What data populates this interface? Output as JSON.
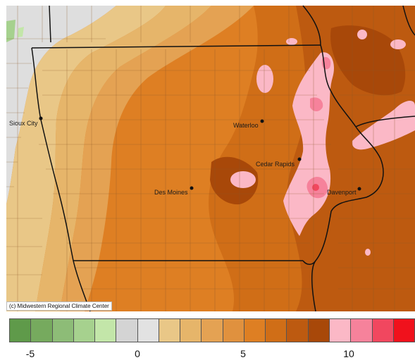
{
  "map": {
    "cities": [
      {
        "name": "Sioux City"
      },
      {
        "name": "Waterloo"
      },
      {
        "name": "Cedar Rapids"
      },
      {
        "name": "Des Moines"
      },
      {
        "name": "Davenport"
      }
    ],
    "credit": "(c) Midwestern Regional Climate Center"
  },
  "legend": {
    "bins": [
      {
        "color": "#5f9a4a"
      },
      {
        "color": "#76aa5e"
      },
      {
        "color": "#8dbc77"
      },
      {
        "color": "#a6d18e"
      },
      {
        "color": "#c3e6a9"
      },
      {
        "color": "#d4d4d4"
      },
      {
        "color": "#e2e2e2"
      },
      {
        "color": "#e9c787"
      },
      {
        "color": "#e6b56a"
      },
      {
        "color": "#e4a253"
      },
      {
        "color": "#e0913e"
      },
      {
        "color": "#de7f23"
      },
      {
        "color": "#d06e17"
      },
      {
        "color": "#bd5a10"
      },
      {
        "color": "#a84809"
      },
      {
        "color": "#fbb8c6"
      },
      {
        "color": "#f6829b"
      },
      {
        "color": "#f1475f"
      },
      {
        "color": "#f0111c"
      }
    ],
    "ticks": [
      "-5",
      "0",
      "5",
      "10"
    ]
  }
}
